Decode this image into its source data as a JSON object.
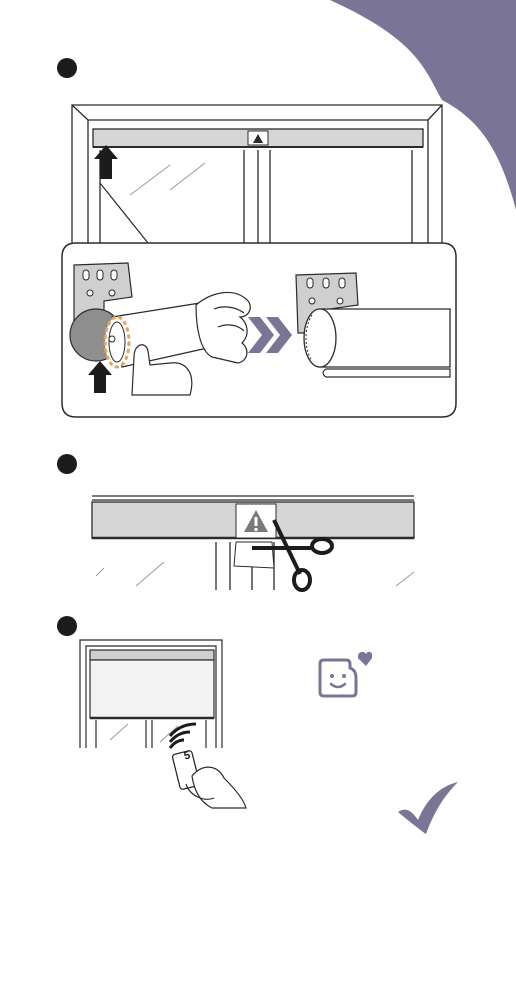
{
  "icons": {
    "corner_decoration": "purple-corner-shape",
    "step_bullet": "black-circle-bullet",
    "push_arrow": "up-arrow-icon",
    "proceed_arrows": "double-chevron-right-icon",
    "warning": "warning-triangle-icon",
    "cut": "scissors-icon",
    "remote": "remote-control-icon",
    "happy": "smiley-heart-icon",
    "done": "checkmark-icon"
  },
  "remote": {
    "label": "5"
  },
  "colors": {
    "accent": "#7a7596",
    "line": "#2b2b2b",
    "roller": "#d6d6d6",
    "bracket": "#cfcfcf",
    "highlight": "#e3a35c",
    "background": "#ffffff"
  }
}
